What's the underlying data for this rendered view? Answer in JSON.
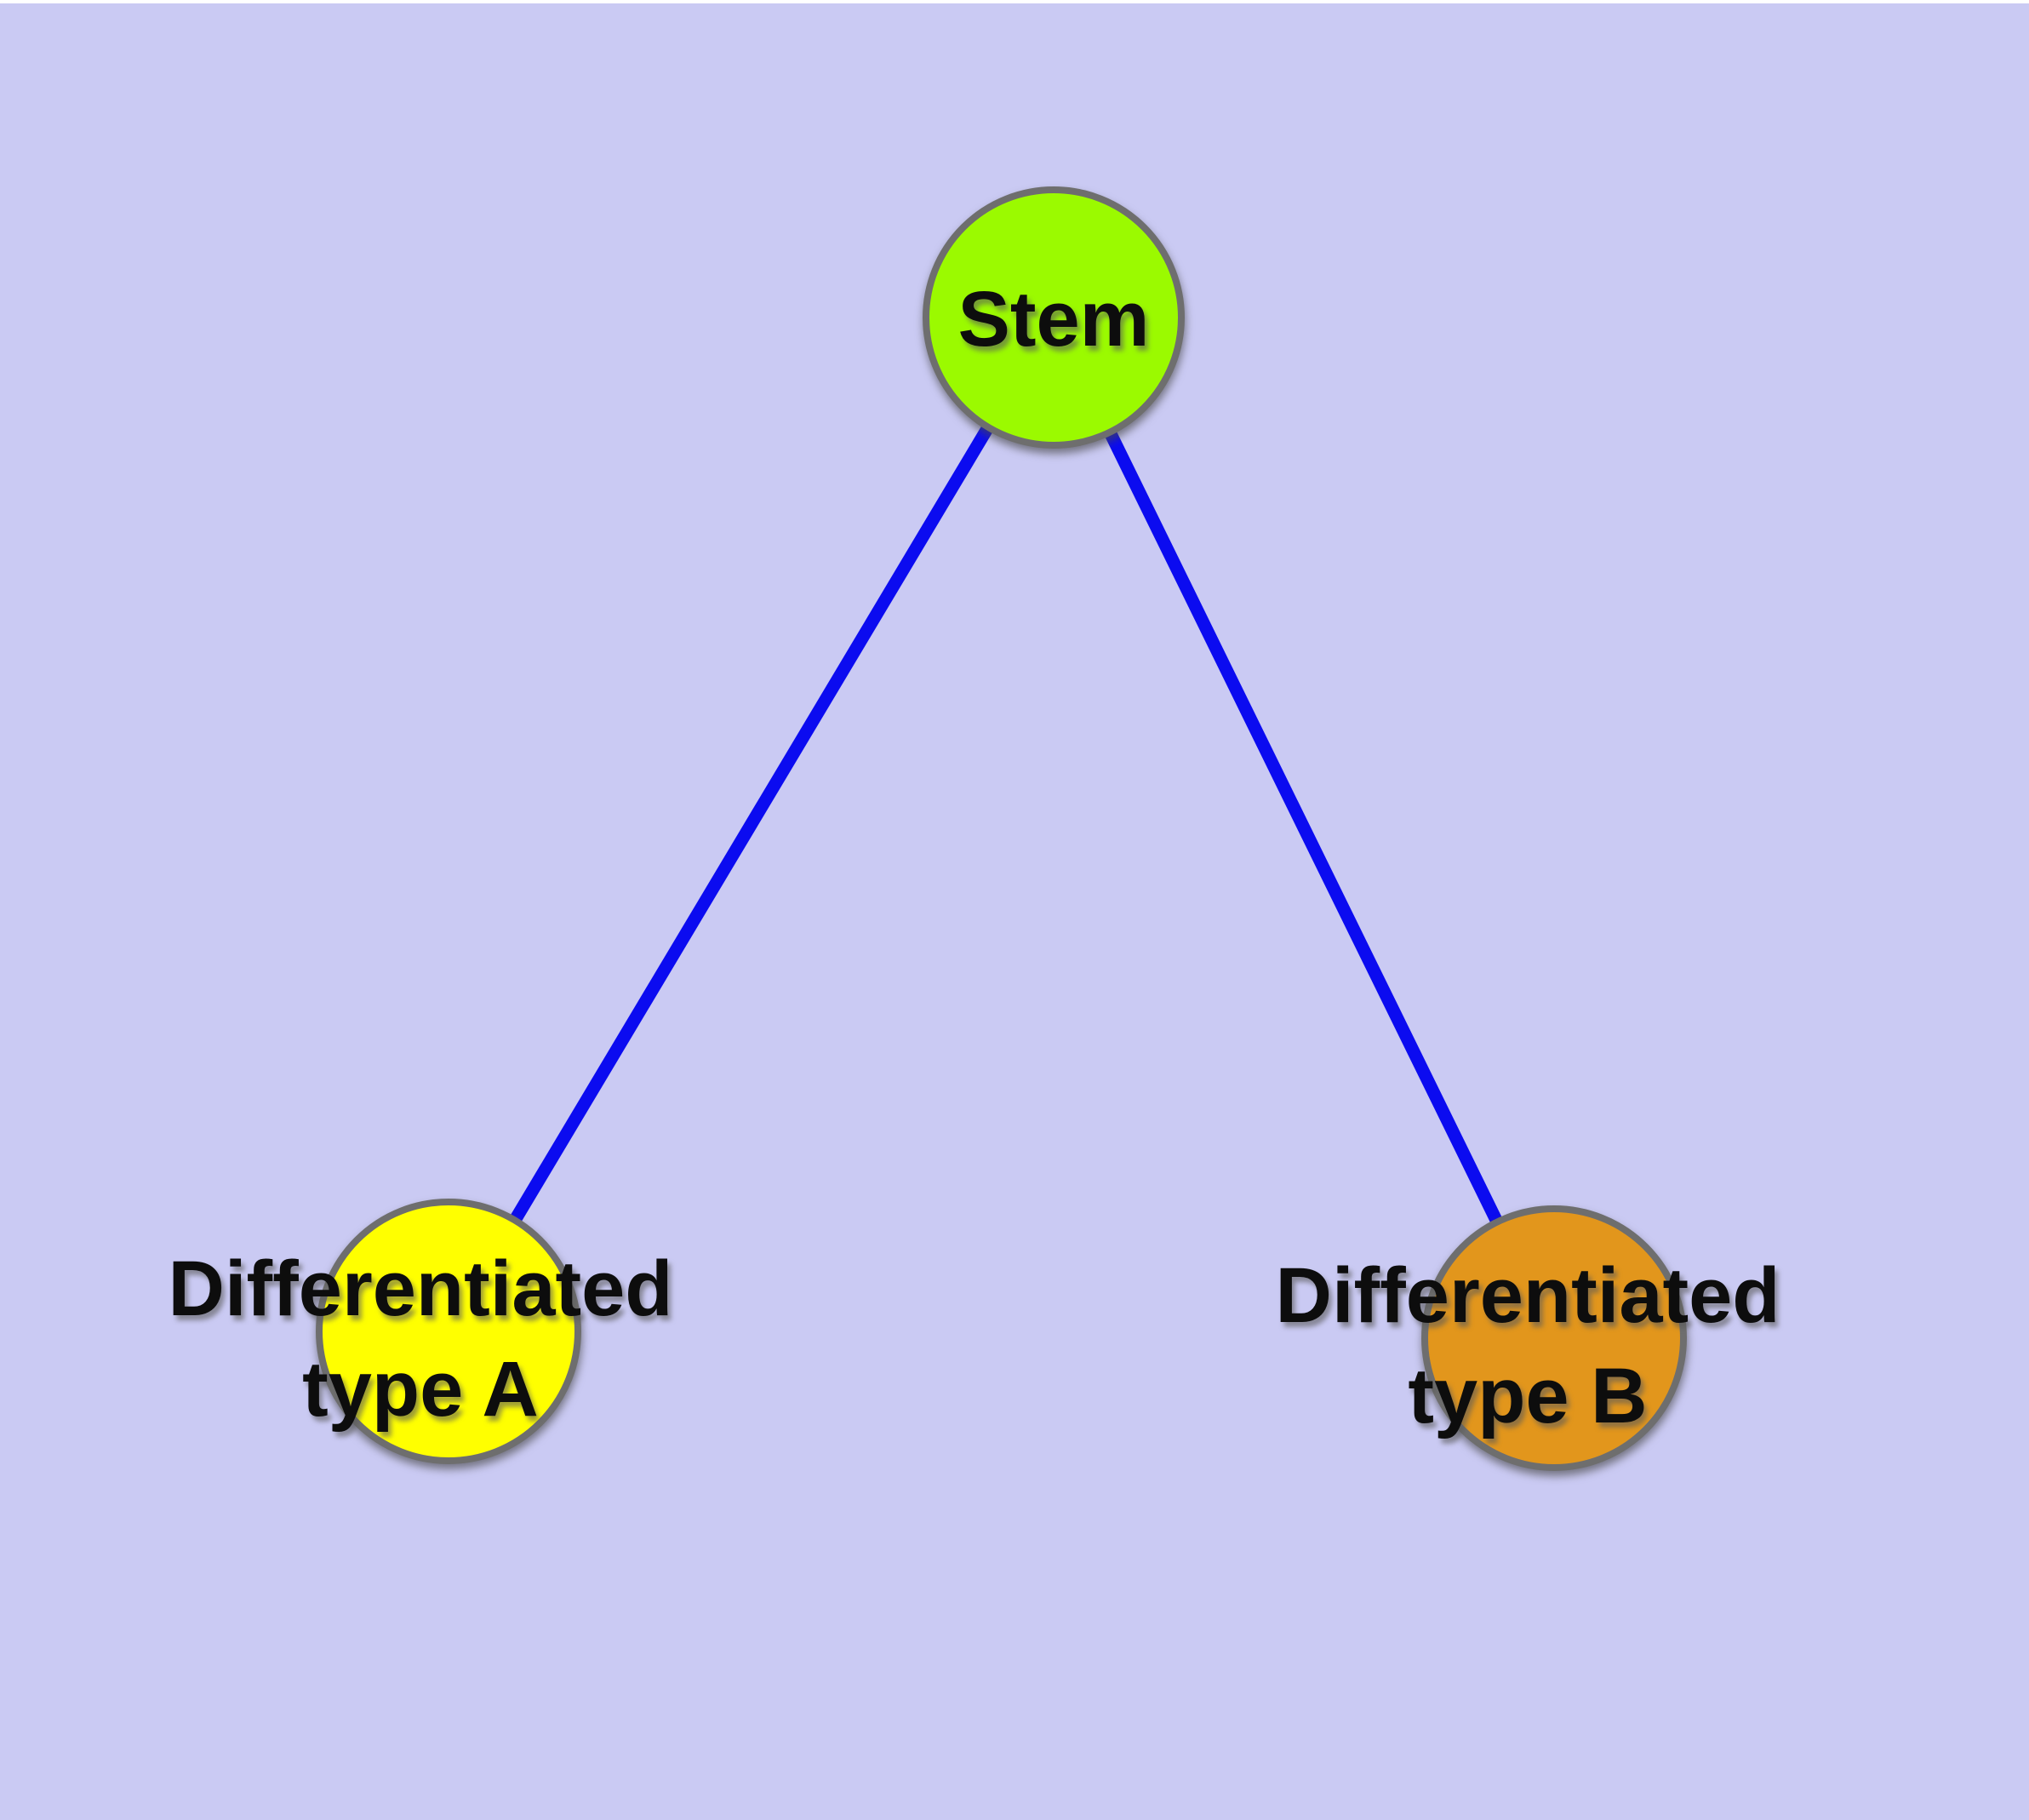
{
  "graph": {
    "background_color": "#CACAF3",
    "top_strip_color": "#FFFFFF",
    "node_border_color": "#6E6E6E",
    "label_color": "#0D0D0D",
    "edge": {
      "color": "#0B0BF0"
    },
    "nodes": {
      "stem": {
        "label": "Stem",
        "fill": "#9BFA00"
      },
      "type_a": {
        "label_line1": "Differentiated",
        "label_line2": "type A",
        "fill": "#FFFF00"
      },
      "type_b": {
        "label_line1": "Differentiated",
        "label_line2": "type B",
        "fill": "#E2961C"
      }
    },
    "edges": [
      {
        "from": "Stem",
        "to": "Differentiated type A"
      },
      {
        "from": "Stem",
        "to": "Differentiated type B"
      }
    ]
  }
}
